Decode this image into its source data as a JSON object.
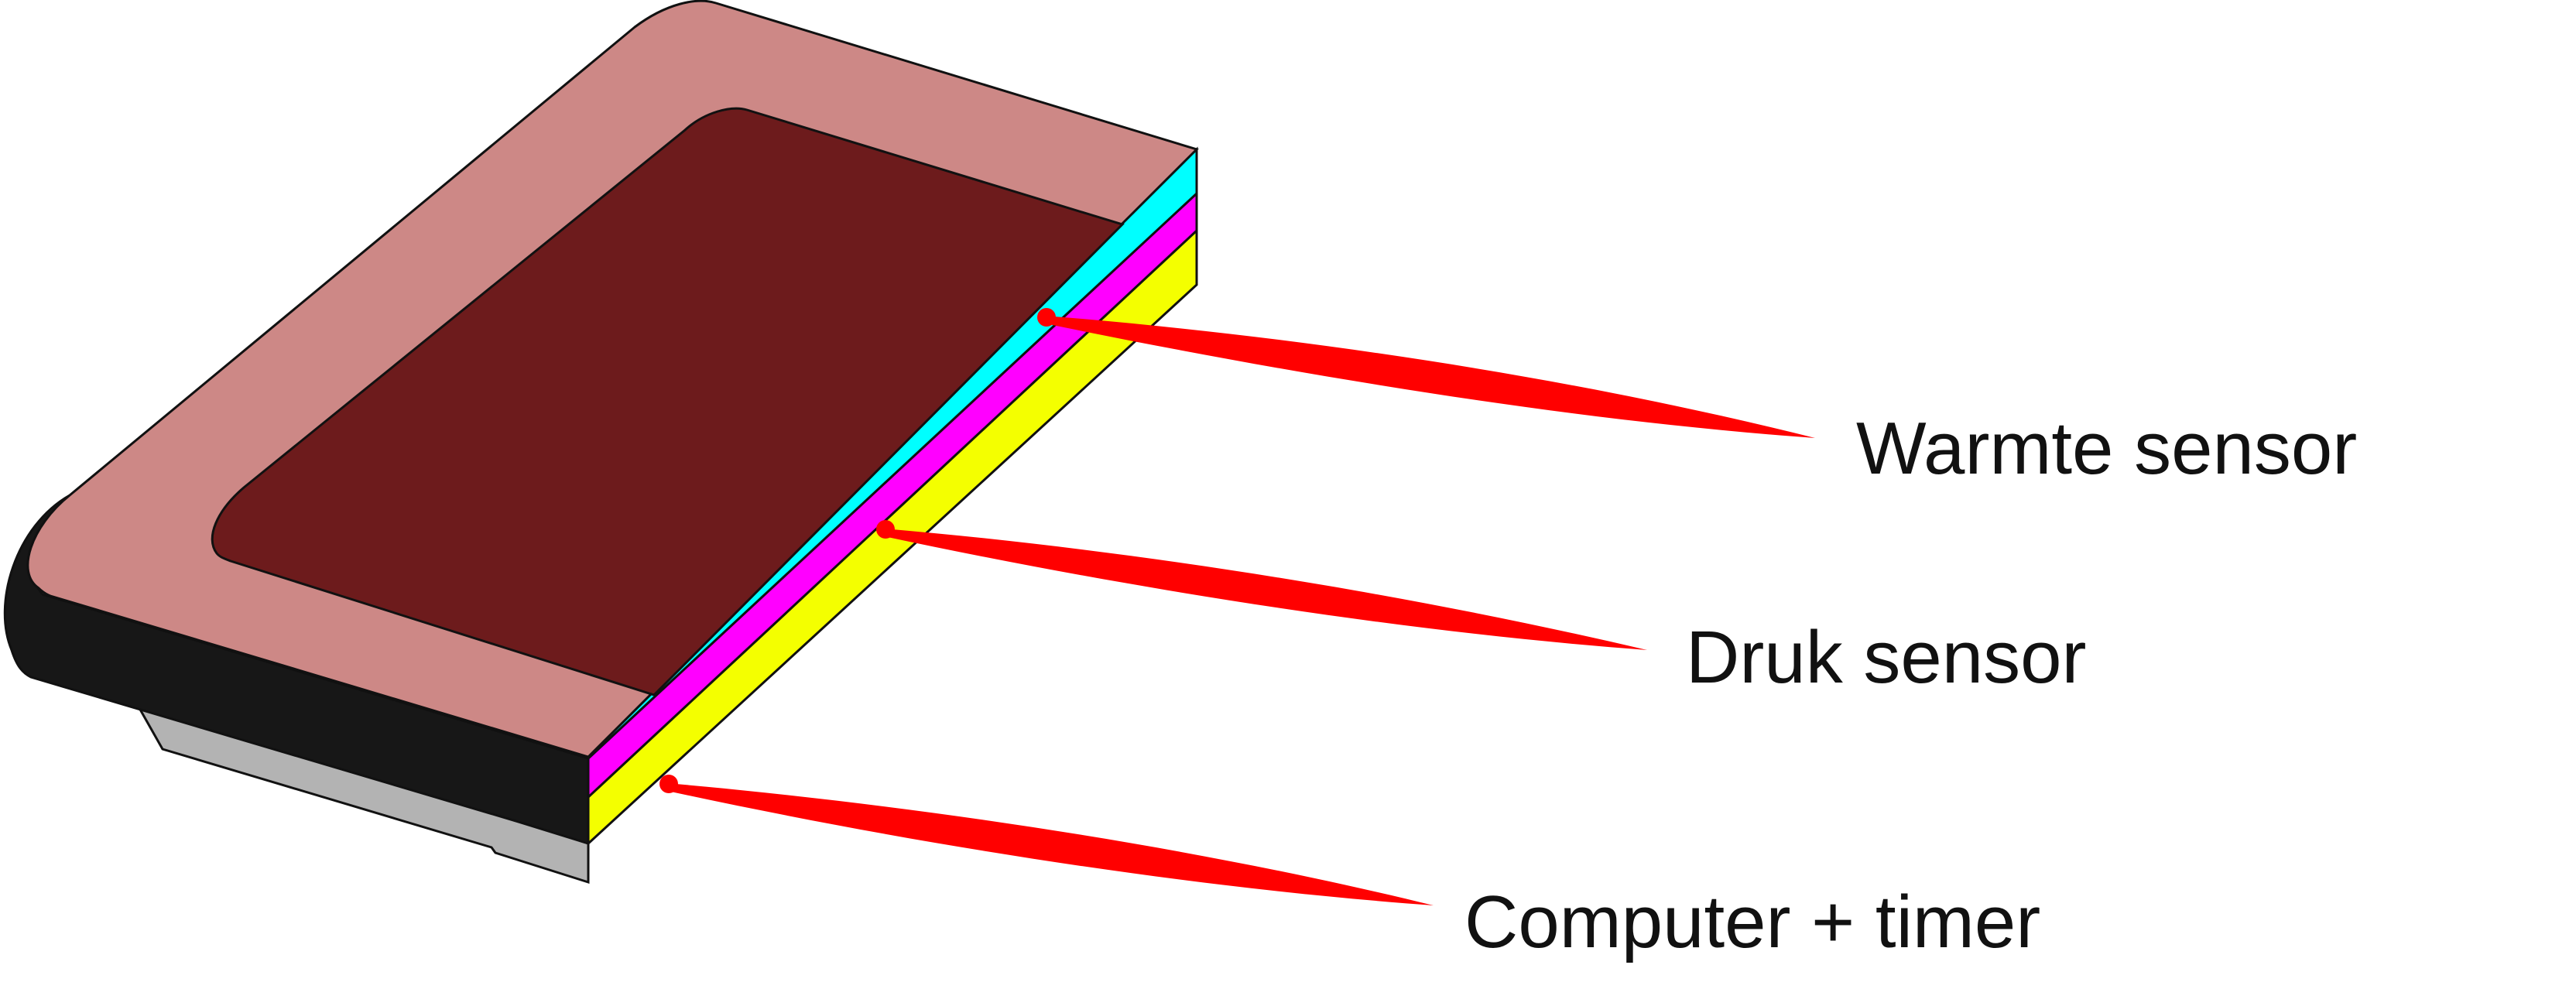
{
  "labels": {
    "warmte": "Warmte sensor",
    "druk": "Druk sensor",
    "computer": "Computer + timer"
  },
  "colors": {
    "top_cushion": "#CD8886",
    "inner_top": "#6D1B1C",
    "side_dark": "#171717",
    "base_grey": "#B3B3B3",
    "layer_cyan": "#00FFFF",
    "layer_magenta": "#FF00FF",
    "layer_yellow": "#F4FF00",
    "pointer": "#FF0000",
    "outline": "#111111"
  }
}
